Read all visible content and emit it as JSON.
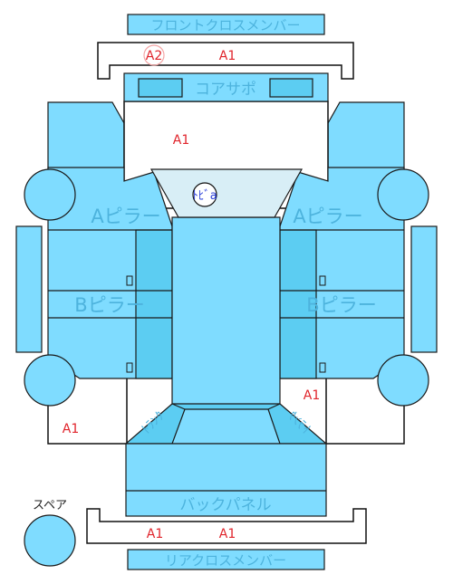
{
  "parts": {
    "front_cross_member": "フロントクロスメンバー",
    "core_support": "コアサポ",
    "a_pillar_left": "Aピラー",
    "a_pillar_right": "Aピラー",
    "b_pillar_left": "Bピラー",
    "b_pillar_right": "Bピラー",
    "roof_mark": "ﾄﾋﾞa",
    "trunk_left": "ﾄﾗﾝｸ",
    "trunk_right": "ﾄﾗﾝｸ",
    "back_panel": "バックパネル",
    "rear_cross_member": "リアクロスメンバー",
    "spare": "スペア"
  },
  "marks": {
    "front_cross_a2": "A2",
    "front_cross_a1": "A1",
    "front_inner": "A1",
    "rear_right": "A1",
    "rear_left": "A1",
    "rear_cross_a1_left": "A1",
    "rear_cross_a1_right": "A1"
  },
  "colors": {
    "panel": "#7fdcff",
    "panel_dark": "#5ccdf2",
    "glass": "#d8eef6",
    "label": "#4db3dd",
    "damage_mark": "#e0242b"
  }
}
